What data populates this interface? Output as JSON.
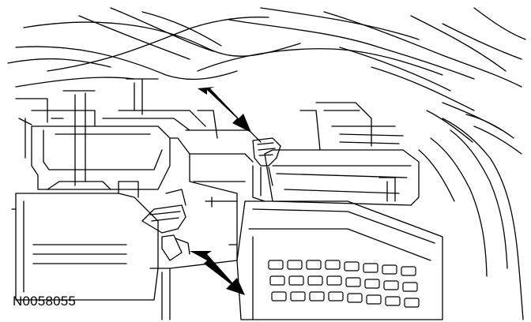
{
  "figure": {
    "reference_code": "N0058055",
    "callout_arrows": [
      {
        "points_to": "upper-connector-latch"
      },
      {
        "points_to": "lower-connector-latch"
      }
    ],
    "colors": {
      "line": "#000000",
      "background": "#ffffff",
      "arrow_fill": "#000000"
    }
  }
}
